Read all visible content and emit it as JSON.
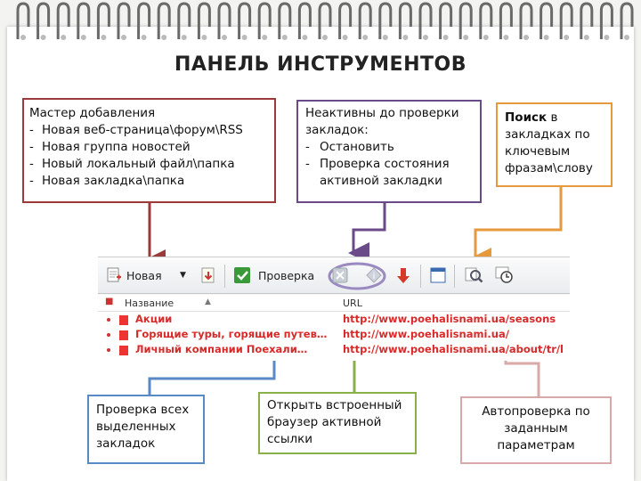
{
  "title": "ПАНЕЛЬ ИНСТРУМЕНТОВ",
  "wizard": {
    "heading": "Мастер добавления",
    "items": [
      "Новая веб-страница\\форум\\RSS",
      "Новая группа новостей",
      "Новый локальный файл\\папка",
      "Новая закладка\\папка"
    ]
  },
  "inactive": {
    "heading": "Неактивны до проверки закладок:",
    "items": [
      "Остановить",
      "Проверка состояния активной закладки"
    ]
  },
  "search": {
    "bold": "Поиск",
    "rest": " в закладках по ключевым фразам\\слову"
  },
  "check_all": "Проверка всех выделенных закладок",
  "open_browser": "Открыть встроенный браузер активной ссылки",
  "autocheck": "Автопроверка по заданным параметрам",
  "toolbar": {
    "new_label": "Новая",
    "check_label": "Проверка"
  },
  "list": {
    "col_name": "Название",
    "col_url": "URL",
    "rows": [
      {
        "name": "Акции",
        "url": "http://www.poehalisnami.ua/seasons"
      },
      {
        "name": "Горящие туры, горящие путев…",
        "url": "http://www.poehalisnami.ua/"
      },
      {
        "name": "Личный компании Поехали…",
        "url": "http://www.poehalisnami.ua/about/tr/l"
      }
    ]
  },
  "colors": {
    "wizard": "#9b3a3a",
    "inactive": "#6b4a8a",
    "search": "#e69a3c",
    "check_all": "#5a8ac6",
    "open_browser": "#8ab04a",
    "autocheck": "#d9a9a9"
  }
}
